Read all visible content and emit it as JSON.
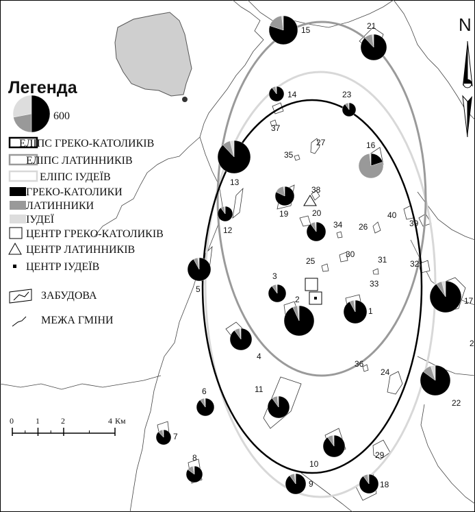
{
  "colors": {
    "greek_catholic": "#000000",
    "latin": "#999999",
    "jewish": "#dddddd",
    "ellipse_greek_catholic": "#000000",
    "ellipse_latin": "#9a9a9a",
    "ellipse_jewish": "#d8d8d8"
  },
  "legend": {
    "title": "Легенда",
    "sample_value": "600",
    "items": [
      {
        "label": "ЕЛІПС ГРЕКО-КАТОЛИКІВ",
        "symbol": "ellipse-gc"
      },
      {
        "label": "ЕЛІПС ЛАТИННИКІВ",
        "symbol": "ellipse-lat"
      },
      {
        "label": "ЕЛІПС ІУДЕЇВ",
        "symbol": "ellipse-jew"
      },
      {
        "label": "ГРЕКО-КАТОЛИКИ",
        "symbol": "fill-gc"
      },
      {
        "label": "ЛАТИННИКИ",
        "symbol": "fill-lat"
      },
      {
        "label": "ІУДЕЇ",
        "symbol": "fill-jew"
      },
      {
        "label": "ЦЕНТР ГРЕКО-КАТОЛИКІВ",
        "symbol": "square"
      },
      {
        "label": "ЦЕНТР ЛАТИННИКІВ",
        "symbol": "triangle"
      },
      {
        "label": "ЦЕНТР ІУДЕЇВ",
        "symbol": "dot-square"
      },
      {
        "label": "ЗАБУДОВА",
        "symbol": "built-up"
      },
      {
        "label": "МЕЖА ГМІНИ",
        "symbol": "boundary"
      }
    ]
  },
  "scale_bar": {
    "ticks": [
      "0",
      "1",
      "2",
      "4"
    ],
    "unit": "Км"
  },
  "north_arrow": {
    "label": "N"
  },
  "settlements": [
    {
      "id": "1",
      "greek_catholic": 0.92,
      "latin": 0.06,
      "jewish": 0.02
    },
    {
      "id": "2",
      "greek_catholic": 0.93,
      "latin": 0.05,
      "jewish": 0.02
    },
    {
      "id": "3",
      "greek_catholic": 0.9,
      "latin": 0.08,
      "jewish": 0.02
    },
    {
      "id": "4",
      "greek_catholic": 0.9,
      "latin": 0.08,
      "jewish": 0.02
    },
    {
      "id": "5",
      "greek_catholic": 0.92,
      "latin": 0.06,
      "jewish": 0.02
    },
    {
      "id": "6",
      "greek_catholic": 0.9,
      "latin": 0.08,
      "jewish": 0.02
    },
    {
      "id": "7",
      "greek_catholic": 0.88,
      "latin": 0.1,
      "jewish": 0.02
    },
    {
      "id": "8",
      "greek_catholic": 0.85,
      "latin": 0.12,
      "jewish": 0.03
    },
    {
      "id": "9",
      "greek_catholic": 0.9,
      "latin": 0.08,
      "jewish": 0.02
    },
    {
      "id": "10",
      "greek_catholic": 0.9,
      "latin": 0.08,
      "jewish": 0.02
    },
    {
      "id": "11",
      "greek_catholic": 0.9,
      "latin": 0.08,
      "jewish": 0.02
    },
    {
      "id": "12",
      "greek_catholic": 0.9,
      "latin": 0.08,
      "jewish": 0.02
    },
    {
      "id": "13",
      "greek_catholic": 0.88,
      "latin": 0.08,
      "jewish": 0.04
    },
    {
      "id": "14",
      "greek_catholic": 0.9,
      "latin": 0.08,
      "jewish": 0.02
    },
    {
      "id": "15",
      "greek_catholic": 0.8,
      "latin": 0.18,
      "jewish": 0.02
    },
    {
      "id": "16",
      "greek_catholic": 0.2,
      "latin": 0.78,
      "jewish": 0.02
    },
    {
      "id": "17",
      "greek_catholic": 0.9,
      "latin": 0.06,
      "jewish": 0.04
    },
    {
      "id": "18",
      "greek_catholic": 0.9,
      "latin": 0.08,
      "jewish": 0.02
    },
    {
      "id": "19",
      "greek_catholic": 0.82,
      "latin": 0.16,
      "jewish": 0.02
    },
    {
      "id": "20",
      "greek_catholic": 0.9,
      "latin": 0.08,
      "jewish": 0.02
    },
    {
      "id": "21",
      "greek_catholic": 0.88,
      "latin": 0.1,
      "jewish": 0.02
    },
    {
      "id": "22",
      "greek_catholic": 0.85,
      "latin": 0.1,
      "jewish": 0.05
    },
    {
      "id": "23",
      "greek_catholic": 0.9,
      "latin": 0.08,
      "jewish": 0.02
    },
    {
      "id": "24"
    },
    {
      "id": "25"
    },
    {
      "id": "26"
    },
    {
      "id": "27"
    },
    {
      "id": "29"
    },
    {
      "id": "30"
    },
    {
      "id": "31"
    },
    {
      "id": "32"
    },
    {
      "id": "33"
    },
    {
      "id": "34"
    },
    {
      "id": "35"
    },
    {
      "id": "36"
    },
    {
      "id": "37"
    },
    {
      "id": "38"
    },
    {
      "id": "39"
    },
    {
      "id": "40"
    },
    {
      "id": "2"
    }
  ]
}
